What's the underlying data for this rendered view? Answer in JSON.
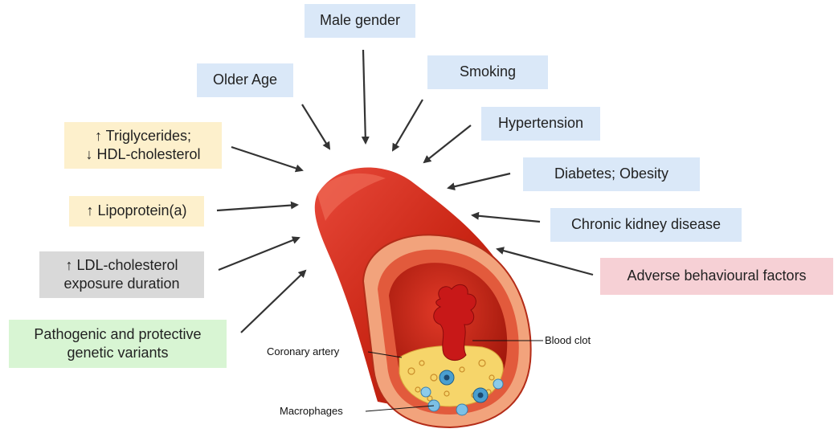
{
  "factors": {
    "male_gender": "Male gender",
    "older_age": "Older Age",
    "smoking": "Smoking",
    "hypertension": "Hypertension",
    "triglycerides_line1": "↑ Triglycerides;",
    "triglycerides_line2": "↓ HDL-cholesterol",
    "diabetes": "Diabetes; Obesity",
    "lipoprotein": "↑ Lipoprotein(a)",
    "ckd": "Chronic kidney disease",
    "ldl_line1": "↑ LDL-cholesterol",
    "ldl_line2": "exposure duration",
    "adverse": "Adverse behavioural factors",
    "genetic_line1": "Pathogenic and protective",
    "genetic_line2": "genetic variants"
  },
  "artery_labels": {
    "blood_clot": "Blood clot",
    "coronary_artery": "Coronary artery",
    "macrophages": "Macrophages"
  },
  "colors": {
    "blue_box": "#dae8f8",
    "yellow_box": "#fdf0cc",
    "gray_box": "#d9d9d9",
    "green_box": "#d8f5d3",
    "pink_box": "#f6d0d5",
    "artery_red": "#d8301f",
    "plaque_yellow": "#f6d56a",
    "macrophage_blue": "#4a9fd0"
  }
}
